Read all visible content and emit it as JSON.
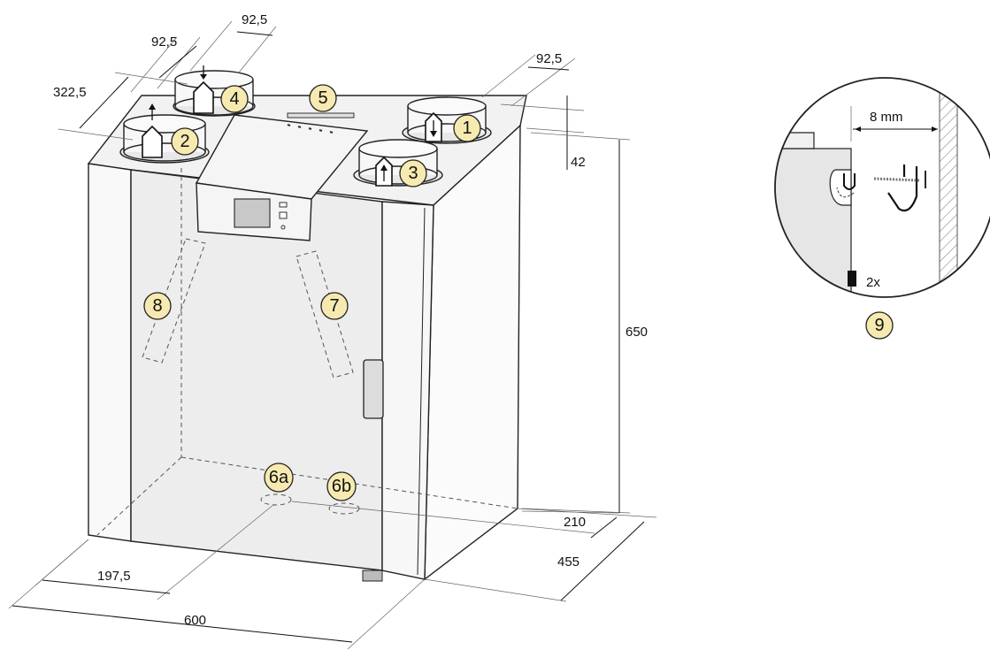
{
  "colors": {
    "callout_fill": "#f7eab0",
    "body_panel": "#ededed",
    "side_panel": "#f9f9f9",
    "top_face": "#f2f2f2",
    "outline": "#222222",
    "wall_hatch": "#888888"
  },
  "dimensions": {
    "spigot_spacing_top": "92,5",
    "spigot_spacing_left": "92,5",
    "depth_offset": "322,5",
    "spigot_spacing_right": "92,5",
    "spigot_height": "42",
    "height": "650",
    "drain_depth": "210",
    "depth": "455",
    "drain_offset": "197,5",
    "width": "600",
    "wall_gap": "8 mm"
  },
  "callouts": {
    "c1": "1",
    "c2": "2",
    "c3": "3",
    "c4": "4",
    "c5": "5",
    "c6a": "6a",
    "c6b": "6b",
    "c7": "7",
    "c8": "8",
    "c9": "9"
  },
  "detail": {
    "quantity": "2x"
  },
  "icons": {
    "duct_house_up": "house-arrow-up-icon",
    "duct_house_down": "house-arrow-down-icon",
    "duct_arrow_up": "duct-arrow-up-icon",
    "duct_arrow_down": "duct-arrow-down-icon"
  }
}
